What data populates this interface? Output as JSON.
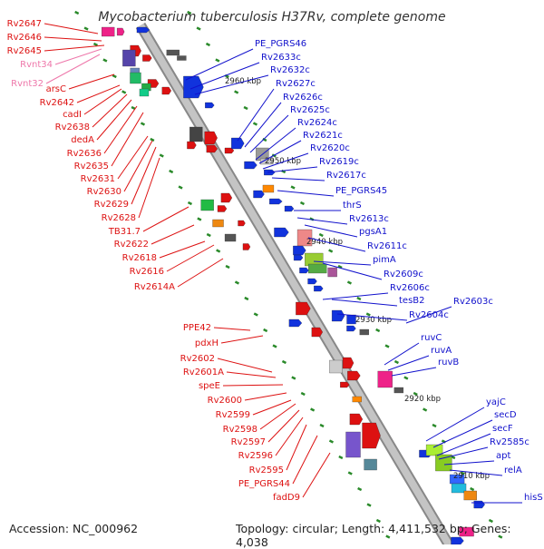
{
  "title": "Mycobacterium tuberculosis H37Rv, complete genome",
  "footer": {
    "accession": "Accession: NC_000962",
    "topology": "Topology: circular; Length: 4,411,532 bp; Genes: 4,038"
  },
  "colors": {
    "left_label": "#dd1111",
    "left_rna_label": "#ee77aa",
    "right_label": "#1111cc",
    "backbone": "#a8a8a8",
    "tick": "#2a8a2a"
  },
  "kbp_ticks": [
    "2960 kbp",
    "2950 kbp",
    "2940 kbp",
    "2930 kbp",
    "2920 kbp",
    "2910 kbp"
  ],
  "left_labels": [
    {
      "text": "Rv2647",
      "rna": false
    },
    {
      "text": "Rv2646",
      "rna": false
    },
    {
      "text": "Rv2645",
      "rna": false
    },
    {
      "text": "Rvnt34",
      "rna": true
    },
    {
      "text": "Rvnt32",
      "rna": true
    },
    {
      "text": "arsC",
      "rna": false
    },
    {
      "text": "Rv2642",
      "rna": false
    },
    {
      "text": "cadI",
      "rna": false
    },
    {
      "text": "Rv2638",
      "rna": false
    },
    {
      "text": "dedA",
      "rna": false
    },
    {
      "text": "Rv2636",
      "rna": false
    },
    {
      "text": "Rv2635",
      "rna": false
    },
    {
      "text": "Rv2631",
      "rna": false
    },
    {
      "text": "Rv2630",
      "rna": false
    },
    {
      "text": "Rv2629",
      "rna": false
    },
    {
      "text": "Rv2628",
      "rna": false
    },
    {
      "text": "TB31.7",
      "rna": false
    },
    {
      "text": "Rv2622",
      "rna": false
    },
    {
      "text": "Rv2618",
      "rna": false
    },
    {
      "text": "Rv2616",
      "rna": false
    },
    {
      "text": "Rv2614A",
      "rna": false
    },
    {
      "text": "PPE42",
      "rna": false
    },
    {
      "text": "pdxH",
      "rna": false
    },
    {
      "text": "Rv2602",
      "rna": false
    },
    {
      "text": "Rv2601A",
      "rna": false
    },
    {
      "text": "speE",
      "rna": false
    },
    {
      "text": "Rv2600",
      "rna": false
    },
    {
      "text": "Rv2599",
      "rna": false
    },
    {
      "text": "Rv2598",
      "rna": false
    },
    {
      "text": "Rv2597",
      "rna": false
    },
    {
      "text": "Rv2596",
      "rna": false
    },
    {
      "text": "Rv2595",
      "rna": false
    },
    {
      "text": "PE_PGRS44",
      "rna": false
    },
    {
      "text": "fadD9",
      "rna": false
    }
  ],
  "right_labels": [
    "PE_PGRS46",
    "Rv2633c",
    "Rv2632c",
    "Rv2627c",
    "Rv2626c",
    "Rv2625c",
    "Rv2624c",
    "Rv2621c",
    "Rv2620c",
    "Rv2619c",
    "Rv2617c",
    "PE_PGRS45",
    "thrS",
    "Rv2613c",
    "pgsA1",
    "Rv2611c",
    "pimA",
    "Rv2609c",
    "Rv2606c",
    "tesB2",
    "Rv2604c",
    "Rv2603c",
    "ruvC",
    "ruvA",
    "ruvB",
    "yajC",
    "secD",
    "secF",
    "Rv2585c",
    "apt",
    "relA",
    "hisS"
  ]
}
